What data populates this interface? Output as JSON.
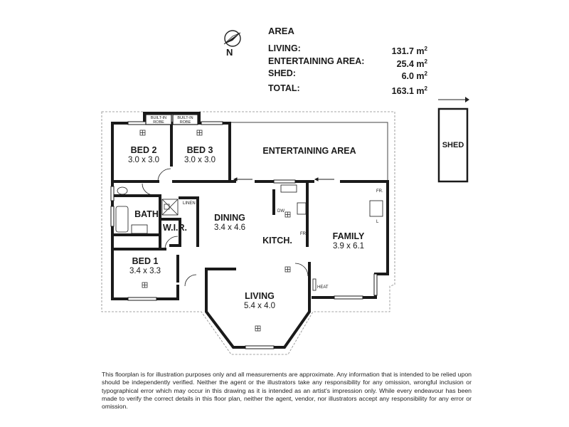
{
  "area": {
    "title": "AREA",
    "rows": [
      {
        "label": "LIVING:",
        "value": "131.7 m",
        "unit_sup": "2"
      },
      {
        "label": "ENTERTAINING AREA:",
        "value": "25.4 m",
        "unit_sup": "2"
      },
      {
        "label": "SHED:",
        "value": "6.0 m",
        "unit_sup": "2"
      }
    ],
    "total": {
      "label": "TOTAL:",
      "value": "163.1 m",
      "unit_sup": "2"
    }
  },
  "north_label": "N",
  "rooms": {
    "bed2": {
      "name": "BED 2",
      "dims": "3.0 x 3.0"
    },
    "bed3": {
      "name": "BED 3",
      "dims": "3.0 x 3.0"
    },
    "entertaining": {
      "name": "ENTERTAINING AREA"
    },
    "shed": {
      "name": "SHED"
    },
    "bath": {
      "name": "BATH"
    },
    "wir": {
      "name": "W.I.R."
    },
    "dining": {
      "name": "DINING",
      "dims": "3.4 x 4.6"
    },
    "kitchen": {
      "name": "KITCH."
    },
    "family": {
      "name": "FAMILY",
      "dims": "3.9 x 6.1"
    },
    "bed1": {
      "name": "BED 1",
      "dims": "3.4 x 3.3"
    },
    "living": {
      "name": "LIVING",
      "dims": "5.4 x 4.0"
    }
  },
  "fixtures": {
    "built_in_robe": "BUILT-IN ROBE",
    "linen": "LINEN",
    "fr": "FR.",
    "dw": "DW",
    "l": "L",
    "heat": "HEAT"
  },
  "disclaimer": "This floorplan is for illustration purposes only and all measurements are approximate. Any information that is intended to be relied upon should be independently verified. Neither the agent or the illustrators take any responsibility for any omission, wrongful inclusion or typographical error which may occur in this drawing as it is intended as an artist's impression only. While every endeavour has been made to verify the correct details in this floor plan, neither the agent, vendor, nor illustrators accept any responsibility for any error or omission."
}
